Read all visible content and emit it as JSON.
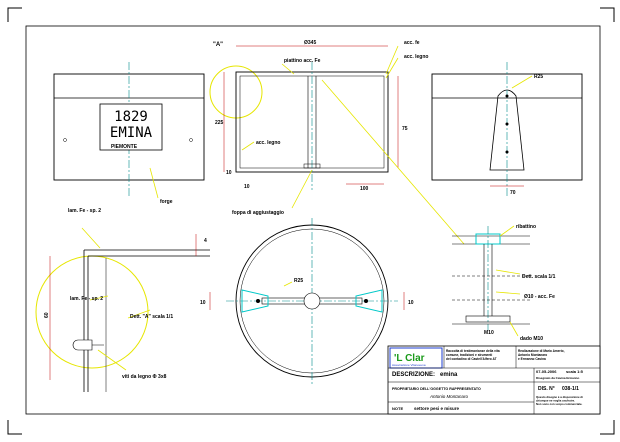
{
  "colors": {
    "outline": "#000000",
    "leader": "#e6e600",
    "dimension": "#c00000",
    "centerline": "#008b8b",
    "section": "#00c8c8",
    "logo_green": "#1a9a1a",
    "logo_blue": "#1f3fd0",
    "logo_border": "#1f3fd0"
  },
  "labels": {
    "detail_a_marker": "\"A\"",
    "dim_diameter": "Ø345",
    "plate": "piattino acc. Fe",
    "acc_fe": "acc. fe",
    "acc_legno": "acc. legno",
    "acc_legno_mid": "acc. legno",
    "dim_height_left": "225",
    "dim_height_right": "75",
    "dim_10_left": "10",
    "dim_10_right": "10",
    "dim_100": "100",
    "forge_label": "forge",
    "bottom_hole": "foppa di aggiustaggio",
    "r25_top": "R25",
    "dim_70": "70",
    "lam_fe_top": "lam. Fe - sp. 2",
    "lam_fe_mid": "lam. Fe - sp. 2",
    "dim_4": "4",
    "dim_60": "60",
    "detail_a_scale": "Dett. \"A\" scala 1/1",
    "screw": "viti da legno Φ 3x8",
    "r25_plan": "R25",
    "dim_plan_10a": "10",
    "dim_plan_10b": "10",
    "ribattino": "ribattino",
    "detail_scale": "Dett. scala 1/1",
    "acc_fe_dim": "Ø10 - acc. Fe",
    "dim_m10": "M10",
    "dado": "dado M10"
  },
  "nameplate": {
    "year": "1829",
    "name": "EMINA",
    "region": "PIEMONTE"
  },
  "title_block": {
    "logo": "'L Clar",
    "logo_sub": "Associazione Vìlanoeuva",
    "studio_desc": "Raccolta di testimonianze della vita comune, tradizioni e strumenti del contadino di Castell'Alfero AT",
    "credits": "Realizzazione di Mario Amerio, Antonio Montanaro e Ermanno Cavina",
    "date": "07-05-2006",
    "scale": "scala 1:5",
    "design_note": "Disegnato da Cavina Ermanno",
    "description_label": "DESCRIZIONE:",
    "description_value": "emina",
    "owner": "PROPRIETARIO DELL'OGGETTO RAPPRESENTATO",
    "owner_name": "Antonio Montanaro",
    "drawing_no_label": "DIS. N°",
    "drawing_no": "038-1/1",
    "copyright": "Questo disegno è a disposizione di chiunque ne voglia usufruire. Non sono con scopo commerciale.",
    "notes_label": "NOTE",
    "notes_value": "settore pesi e misure"
  }
}
